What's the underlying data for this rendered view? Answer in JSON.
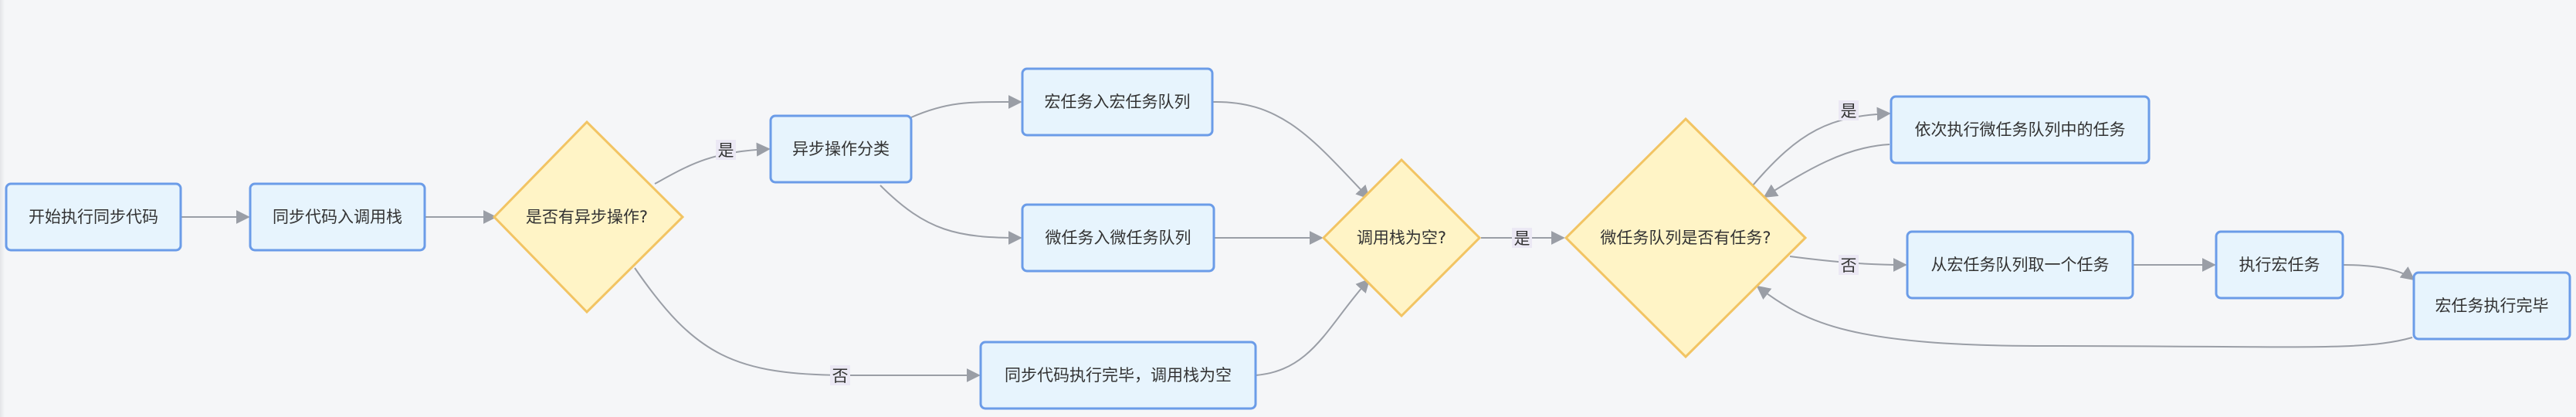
{
  "diagram": {
    "type": "flowchart",
    "colors": {
      "background": "#f5f6f8",
      "process_fill": "#e7f4fd",
      "process_border": "#6b9ce8",
      "decision_fill": "#fff4c6",
      "decision_border": "#f2c463",
      "edge": "#9a9ea6",
      "label_bg": "#ebe8f4"
    },
    "nodes": {
      "start": "开始执行同步代码",
      "push_stack": "同步代码入调用栈",
      "has_async": "是否有异步操作?",
      "classify_async": "异步操作分类",
      "macro_enqueue": "宏任务入宏任务队列",
      "micro_enqueue": "微任务入微任务队列",
      "sync_done": "同步代码执行完毕，调用栈为空",
      "stack_empty": "调用栈为空?",
      "micro_has_tasks": "微任务队列是否有任务?",
      "run_micro": "依次执行微任务队列中的任务",
      "take_macro": "从宏任务队列取一个任务",
      "run_macro": "执行宏任务",
      "macro_done": "宏任务执行完毕"
    },
    "edge_labels": {
      "async_yes": "是",
      "async_no": "否",
      "stack_yes": "是",
      "micro_yes": "是",
      "micro_no": "否"
    }
  }
}
